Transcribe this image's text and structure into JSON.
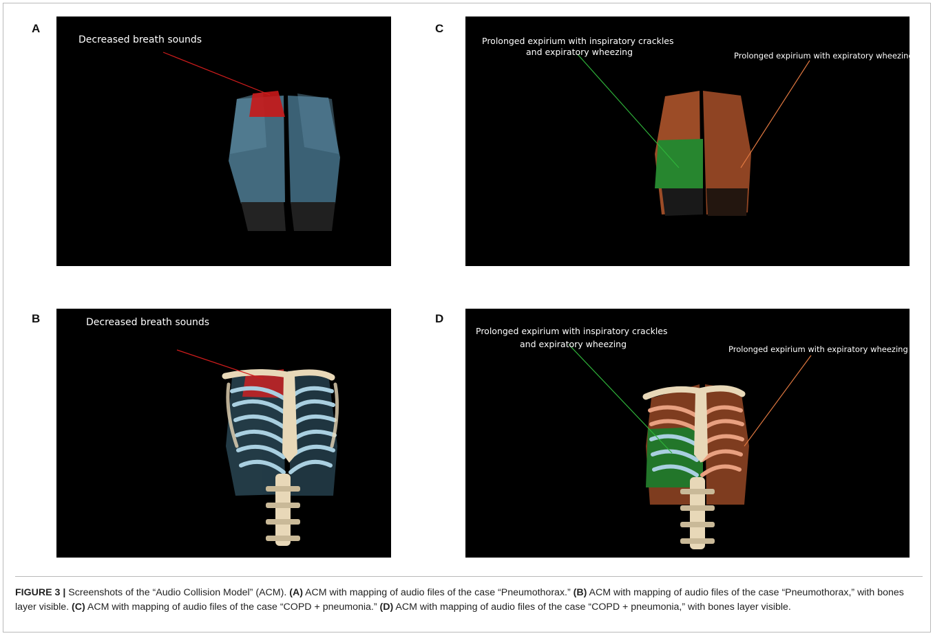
{
  "figure": {
    "panels": [
      {
        "letter": "A",
        "annotations": [
          "Decreased breath sounds"
        ]
      },
      {
        "letter": "B",
        "annotations": [
          "Decreased breath sounds"
        ]
      },
      {
        "letter": "C",
        "annotations": [
          "Prolonged expirium with inspiratory crackles",
          "and expiratory wheezing",
          "Prolonged expirium with expiratory wheezing"
        ]
      },
      {
        "letter": "D",
        "annotations": [
          "Prolonged expirium with inspiratory crackles",
          "and expiratory wheezing",
          "Prolonged expirium with expiratory wheezing"
        ]
      }
    ],
    "colors": {
      "background": "#000000",
      "lung_blue": "#5e8fa8",
      "highlight_red": "#d01c1c",
      "highlight_green": "#2fb33a",
      "highlight_orange": "#e07840",
      "bone": "#e8d8b8",
      "rib_blue": "#a9cfe0"
    }
  },
  "caption": {
    "label": "FIGURE 3 |",
    "intro": " Screenshots of the “Audio Collision Model” (ACM). ",
    "a_tag": "(A)",
    "a_text": " ACM with mapping of audio files of the case “Pneumothorax.” ",
    "b_tag": "(B)",
    "b_text": " ACM with mapping of audio files of the case “Pneumothorax,” with bones layer visible. ",
    "c_tag": "(C)",
    "c_text": " ACM with mapping of audio files of the case “COPD + pneumonia.” ",
    "d_tag": "(D)",
    "d_text": " ACM with mapping of audio files of the case “COPD + pneumonia,” with bones layer visible."
  }
}
